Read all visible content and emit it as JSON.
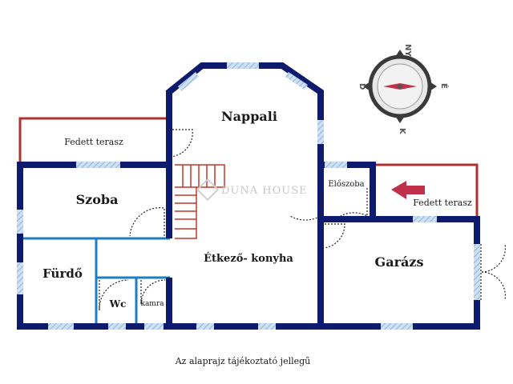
{
  "plan": {
    "rooms": {
      "nappali": "Nappali",
      "fedett_terasz_left": "Fedett terasz",
      "szoba": "Szoba",
      "furdo": "Fürdő",
      "wc": "Wc",
      "kamra": "kamra",
      "etkezo_konyha": "Étkező- konyha",
      "eloszoba": "Előszoba",
      "fedett_terasz_right": "Fedett terasz",
      "garazs": "Garázs"
    },
    "watermark": "DUNA HOUSE",
    "footnote": "Az alaprajz tájékoztató jellegű"
  },
  "compass": {
    "north": "NY",
    "east": "É",
    "south": "K",
    "west": "D"
  },
  "colors": {
    "wall": "#0d1a6e",
    "terrace": "#b03030",
    "inner_wall": "#1e7fc0",
    "window": "#b9d3ee",
    "stairs": "#c0392b",
    "arrow": "#c0304a"
  }
}
